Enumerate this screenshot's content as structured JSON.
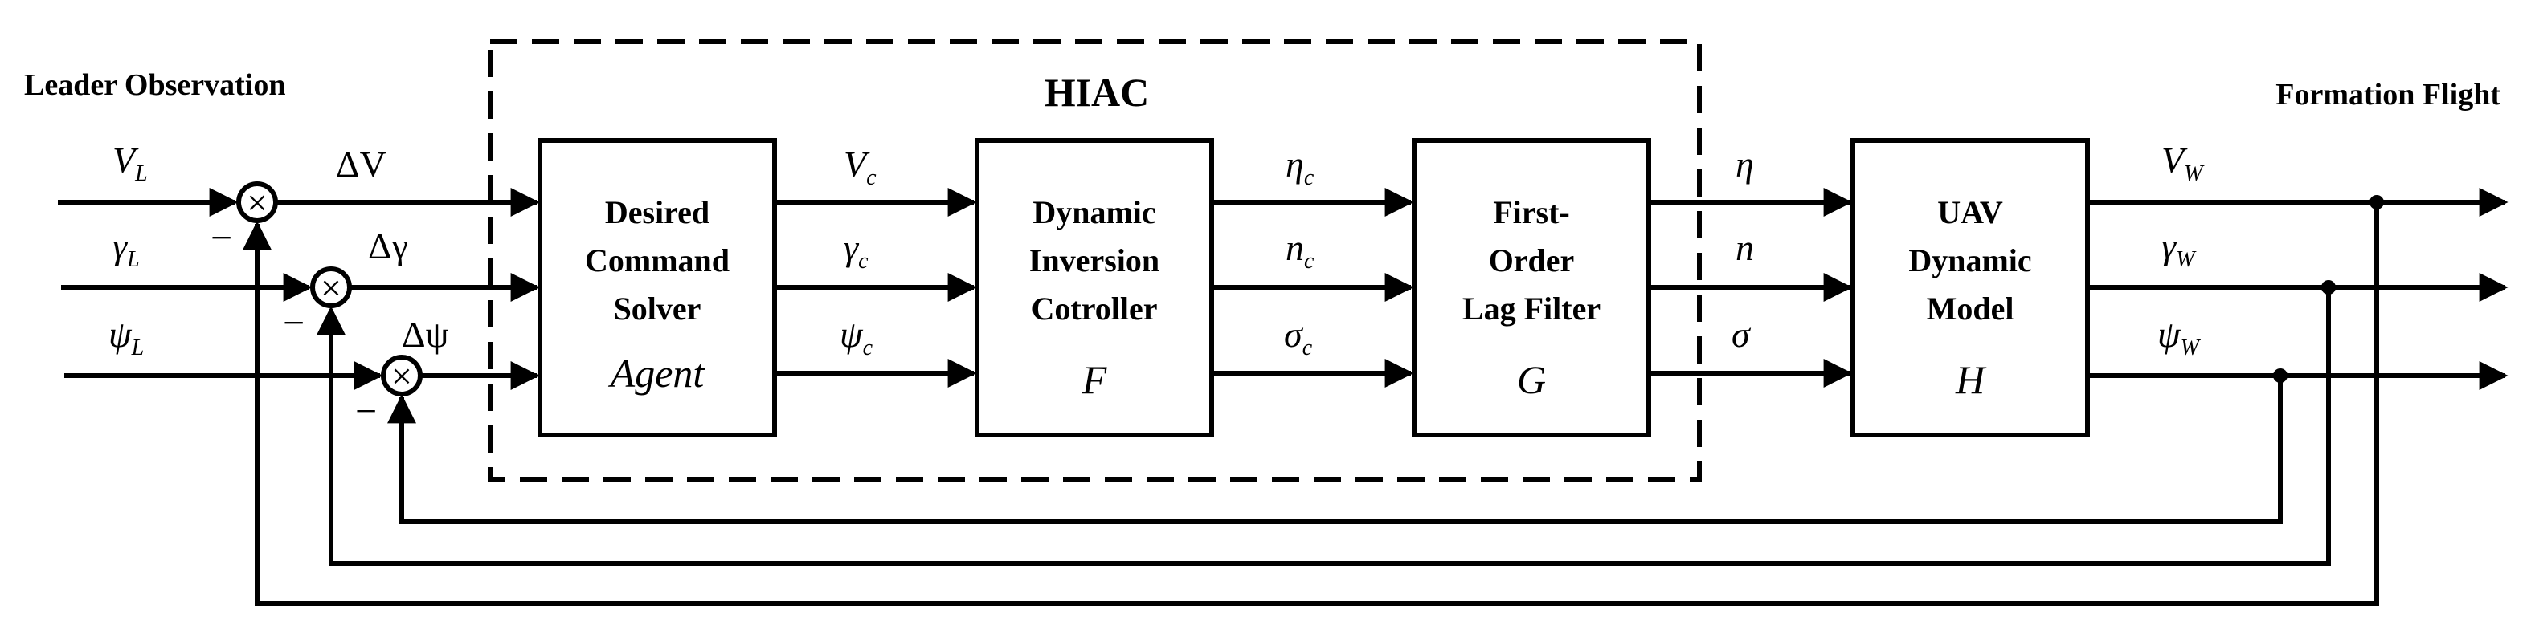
{
  "labels": {
    "input_title": "Leader Observation",
    "output_title": "Formation Flight",
    "controller_group": "HIAC"
  },
  "blocks": {
    "solver": {
      "lines": [
        "Desired",
        "Command",
        "Solver"
      ],
      "symbol": "Agent"
    },
    "inversion": {
      "lines": [
        "Dynamic",
        "Inversion",
        "Cotroller"
      ],
      "symbol": "F"
    },
    "filter": {
      "lines": [
        "First-",
        "Order",
        "Lag Filter"
      ],
      "symbol": "G"
    },
    "uav": {
      "lines": [
        "UAV",
        "Dynamic",
        "Model"
      ],
      "symbol": "H"
    }
  },
  "signals": {
    "inputs": [
      {
        "base": "V",
        "sub": "L"
      },
      {
        "base": "γ",
        "sub": "L"
      },
      {
        "base": "ψ",
        "sub": "L"
      }
    ],
    "errors": [
      "ΔV",
      "Δγ",
      "Δψ"
    ],
    "commands": [
      {
        "base": "V",
        "sub": "c"
      },
      {
        "base": "γ",
        "sub": "c"
      },
      {
        "base": "ψ",
        "sub": "c"
      }
    ],
    "controls_cmd": [
      {
        "base": "η",
        "sub": "c"
      },
      {
        "base": "n",
        "sub": "c"
      },
      {
        "base": "σ",
        "sub": "c"
      }
    ],
    "controls": [
      "η",
      "n",
      "σ"
    ],
    "outputs": [
      {
        "base": "V",
        "sub": "W"
      },
      {
        "base": "γ",
        "sub": "W"
      },
      {
        "base": "ψ",
        "sub": "W"
      }
    ],
    "minus_sign": "−",
    "summing_symbol": "×"
  }
}
